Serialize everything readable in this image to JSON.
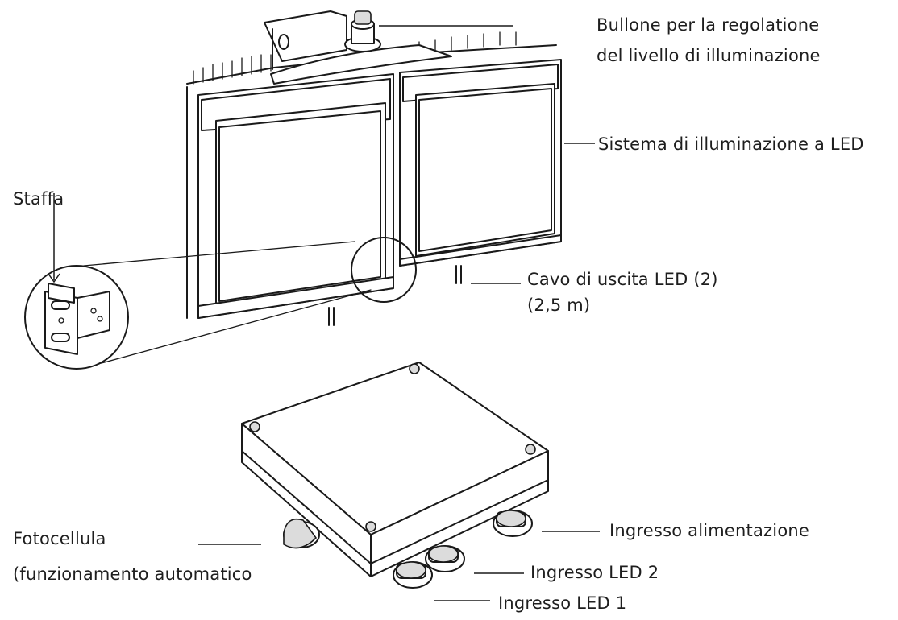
{
  "labels": {
    "adjust_bolt_line1": "Bullone per la regolatione",
    "adjust_bolt_line2": "del livello di illuminazione",
    "led_system": "Sistema di illuminazione a LED",
    "bracket": "Staffa",
    "led_output_cable_line1": "Cavo di uscita LED (2)",
    "led_output_cable_line2": "(2,5 m)",
    "photocell_line1": "Fotocellula",
    "photocell_line2": "(funzionamento automatico",
    "power_input": "Ingresso alimentazione",
    "led_input_2": "Ingresso LED 2",
    "led_input_1": "Ingresso LED 1"
  }
}
